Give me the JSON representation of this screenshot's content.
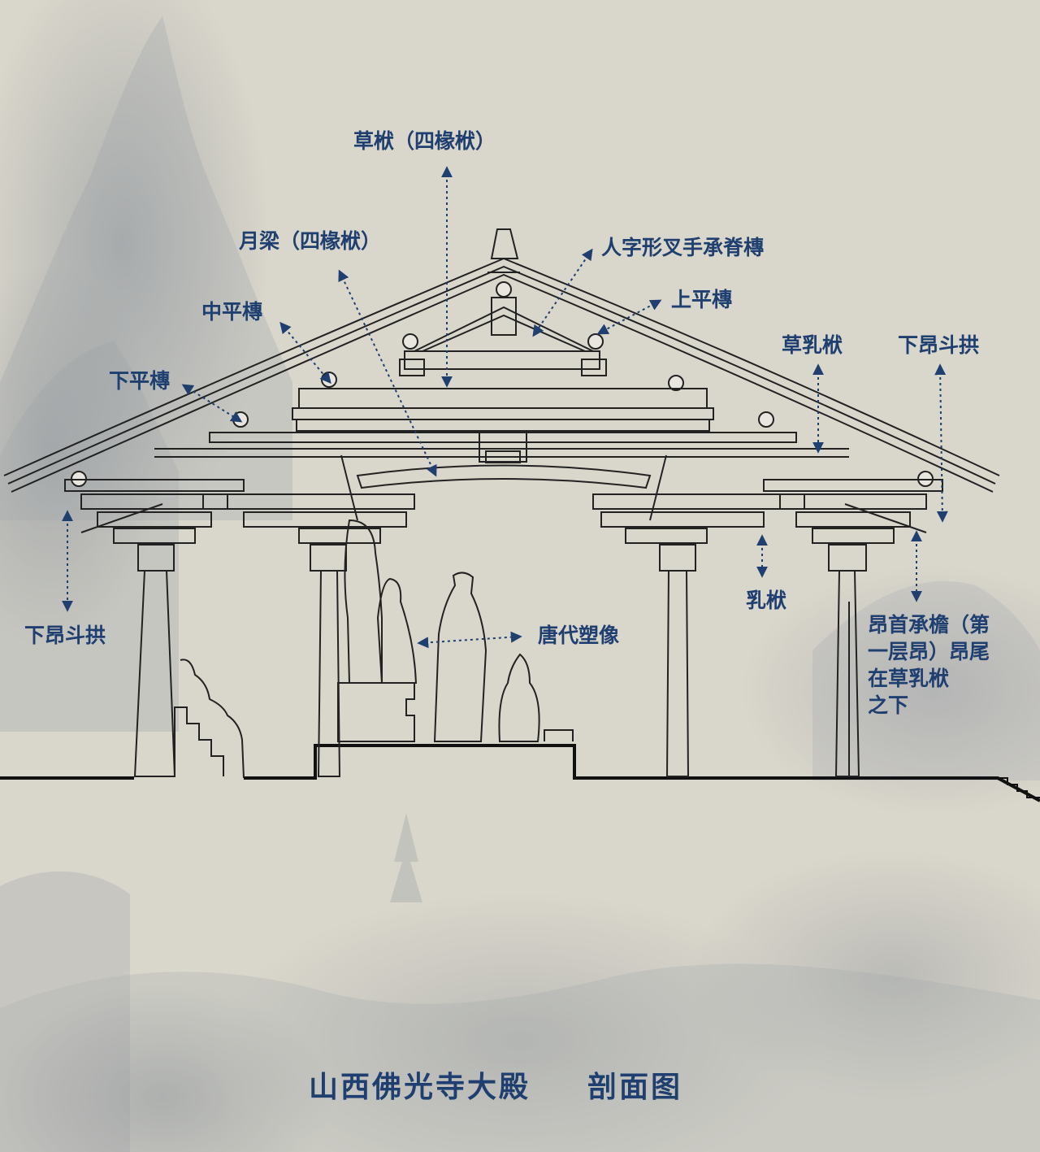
{
  "colors": {
    "label": "#1f3f70",
    "line": "#1a1a1a",
    "background": "#d9d6cb",
    "mist": "#8a909a"
  },
  "labels": {
    "cao_fu": "草栿（四椽栿）",
    "yue_liang": "月梁（四椽栿）",
    "ren_zi": "人字形叉手承脊槫",
    "shang_ping": "上平槫",
    "zhong_ping": "中平槫",
    "xia_ping": "下平槫",
    "cao_ru": "草乳栿",
    "xia_ang_right": "下昂斗拱",
    "xia_ang_left": "下昂斗拱",
    "ru_fu": "乳栿",
    "tang_dai": "唐代塑像",
    "ang_shou_lines": [
      "昂首承檐（第",
      "一层昂）昂尾",
      "在草乳栿",
      "之下"
    ]
  },
  "title": {
    "main": "山西佛光寺大殿",
    "sub": "剖面图"
  }
}
